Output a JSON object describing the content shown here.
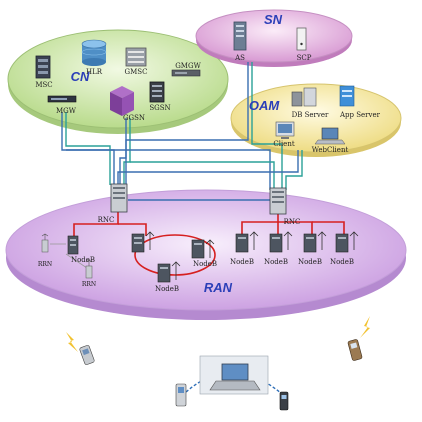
{
  "platforms": {
    "sn": "SN",
    "cn": "CN",
    "oam": "OAM",
    "ran": "RAN"
  },
  "sn_nodes": {
    "as": "AS",
    "scp": "SCP"
  },
  "cn_nodes": {
    "msc": "MSC",
    "hlr": "HLR",
    "gmsc": "GMSC",
    "ggmgw": "GMGW",
    "sgsn": "SGSN",
    "mgw": "MGW",
    "ggsn": "GGSN"
  },
  "oam_nodes": {
    "db_server": "DB Server",
    "app_server": "App Server",
    "client": "Client",
    "webclient": "WebClient"
  },
  "ran_nodes": {
    "rnc_left": "RNC",
    "rnc_right": "RNC",
    "rrn_1": "RRN",
    "rrn_2": "RRN",
    "nodeb_left": "NodeB",
    "nodeb_ring_right": "NodeB",
    "nodeb_ring_bottom": "NodeB",
    "nodeb_r1": "NodeB",
    "nodeb_r2": "NodeB",
    "nodeb_r3": "NodeB",
    "nodeb_r4": "NodeB"
  },
  "colors": {
    "cn_platform": "#cde7a8",
    "sn_platform": "#e3b5df",
    "oam_platform": "#f4e9a4",
    "ran_platform": "#d9b7e6",
    "link_blue": "#3a6fb0",
    "link_teal": "#2aa198",
    "link_red": "#d62020",
    "title_blue": "#2b3fb8"
  }
}
